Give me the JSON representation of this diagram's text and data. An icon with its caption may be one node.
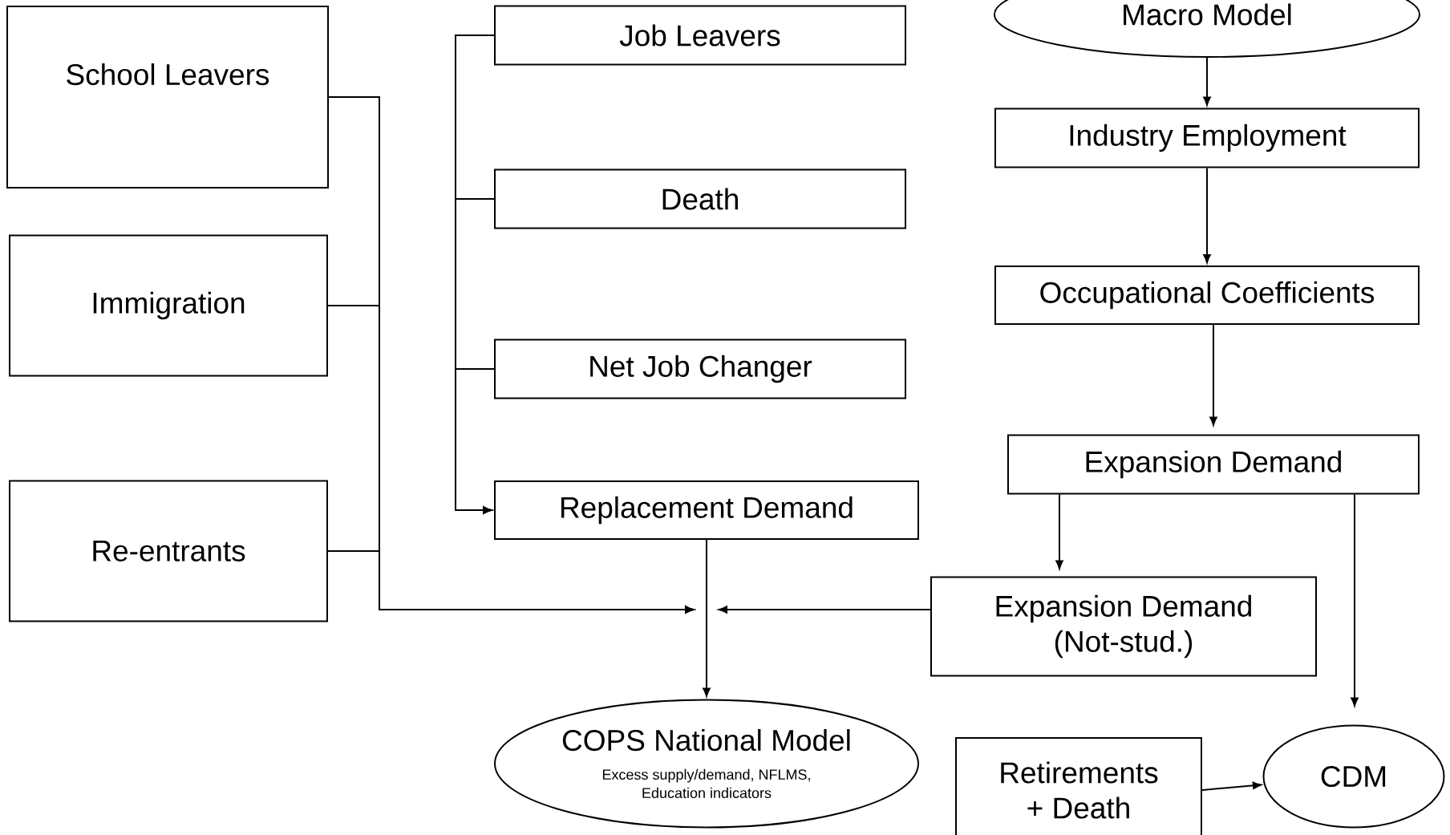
{
  "diagram": {
    "nodes": [
      {
        "text": [
          "School Leavers"
        ]
      },
      {
        "text": [
          "Immigration"
        ]
      },
      {
        "text": [
          "Re-entrants"
        ]
      },
      {
        "text": [
          "Job Leavers"
        ]
      },
      {
        "text": [
          "Death"
        ]
      },
      {
        "text": [
          "Net Job Changer"
        ]
      },
      {
        "text": [
          "Replacement Demand"
        ]
      },
      {
        "text": [
          "Macro Model"
        ]
      },
      {
        "text": [
          "Industry Employment"
        ]
      },
      {
        "text": [
          "Occupational Coefficients"
        ]
      },
      {
        "text": [
          "Expansion Demand"
        ]
      },
      {
        "text": [
          "Expansion Demand (Not-stud.)"
        ]
      },
      {
        "text": [
          "COPS National Model",
          "Excess supply/demand, NFLMS, Education indicators"
        ]
      },
      {
        "text": [
          "Retirements + Death"
        ]
      },
      {
        "text": [
          "CDM"
        ]
      }
    ],
    "edges": [
      {
        "from": 0,
        "to": null,
        "arrow": "to"
      },
      {
        "from": 1,
        "to": null,
        "arrow": "to"
      },
      {
        "from": 2,
        "to": null,
        "arrow": "to"
      },
      {
        "from": 3,
        "to": 6,
        "arrow": "to"
      },
      {
        "from": 4,
        "to": 6,
        "arrow": "to"
      },
      {
        "from": 5,
        "to": 6,
        "arrow": "to"
      },
      {
        "from": 6,
        "to": 12,
        "arrow": "to"
      },
      {
        "from": 11,
        "to": null,
        "arrow": "to"
      },
      {
        "from": 7,
        "to": 8,
        "arrow": "to"
      },
      {
        "from": 8,
        "to": 9,
        "arrow": "to"
      },
      {
        "from": 9,
        "to": 10,
        "arrow": "to"
      },
      {
        "from": 10,
        "to": 11,
        "arrow": "to"
      },
      {
        "from": 10,
        "to": 14,
        "arrow": "to"
      },
      {
        "from": 13,
        "to": 14,
        "arrow": "to"
      }
    ]
  }
}
